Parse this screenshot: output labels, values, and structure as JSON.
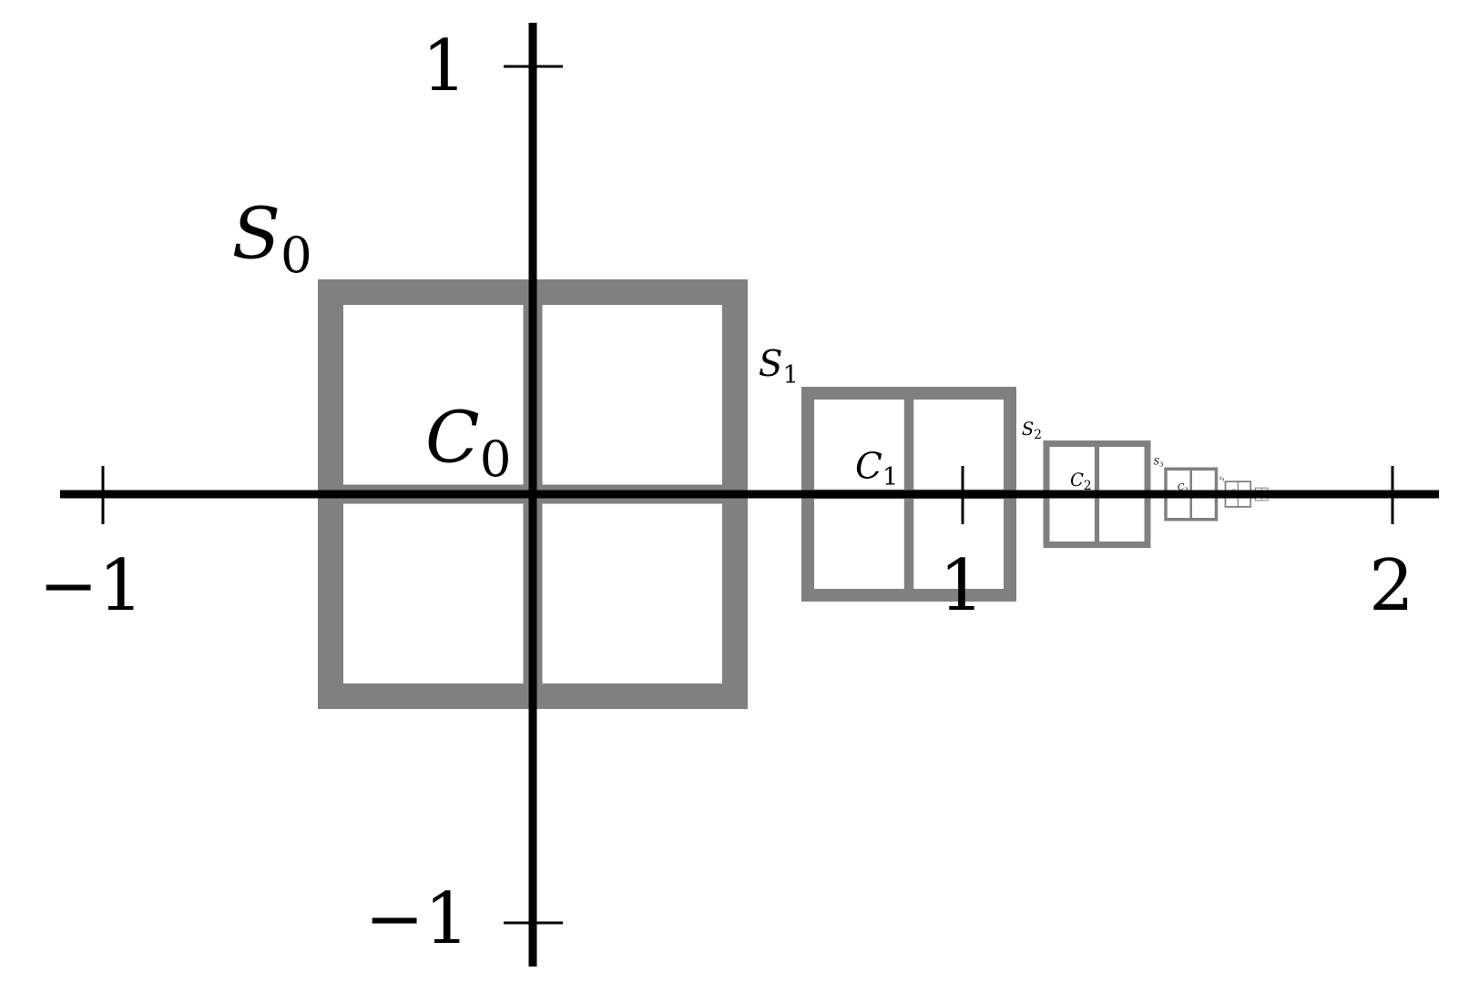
{
  "figure": {
    "x_ticks": [
      {
        "label": "−1"
      },
      {
        "label": "1"
      },
      {
        "label": "2"
      }
    ],
    "y_ticks": [
      {
        "label": "1"
      },
      {
        "label": "−1"
      }
    ],
    "colors": {
      "axis": "#000000",
      "square": "#808080",
      "background": "#ffffff"
    },
    "squares": [
      {
        "s_label": "S",
        "s_sub": "0",
        "c_label": "C",
        "c_sub": "0"
      },
      {
        "s_label": "S",
        "s_sub": "1",
        "c_label": "C",
        "c_sub": "1"
      },
      {
        "s_label": "S",
        "s_sub": "2",
        "c_label": "C",
        "c_sub": "2"
      },
      {
        "s_label": "S",
        "s_sub": "3",
        "c_label": "C",
        "c_sub": "3"
      },
      {
        "s_label": "S",
        "s_sub": "4",
        "c_label": "C",
        "c_sub": "4"
      },
      {
        "s_label": "",
        "s_sub": "",
        "c_label": "",
        "c_sub": ""
      }
    ]
  }
}
